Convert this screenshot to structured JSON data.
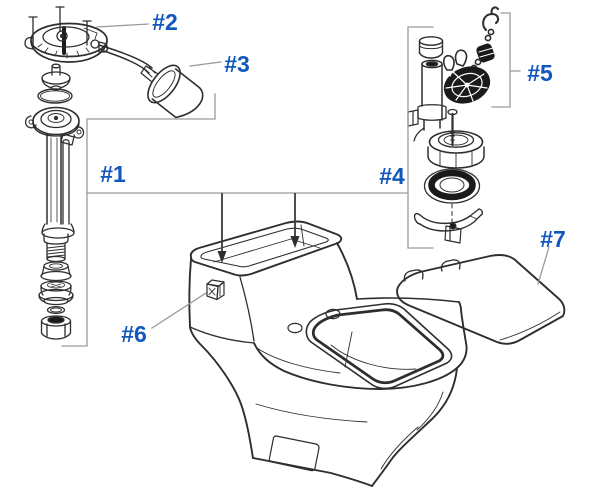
{
  "diagram": {
    "type": "exploded-parts-diagram",
    "colors": {
      "background": "#ffffff",
      "label": "#1157be",
      "line": "#2e2e2e",
      "leader": "#9a9a9a",
      "arrow": "#3a3a3a",
      "dark_fill": "#1a1a1a"
    },
    "labels": {
      "part1": "#1",
      "part2": "#2",
      "part3": "#3",
      "part4": "#4",
      "part5": "#5",
      "part6": "#6",
      "part7": "#7"
    }
  }
}
